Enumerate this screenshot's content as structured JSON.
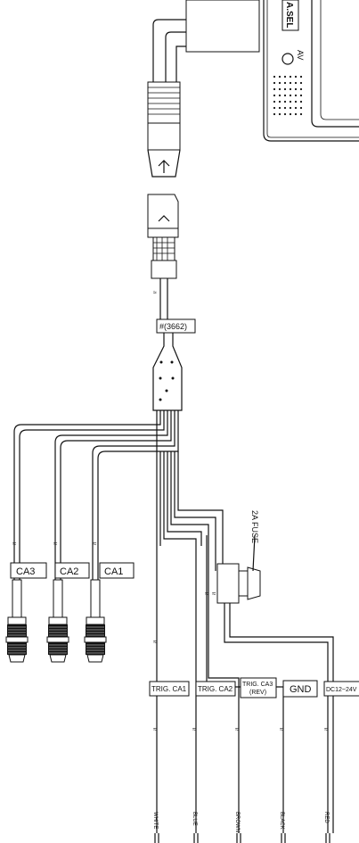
{
  "monitor": {
    "button_label": "A.SEL",
    "av_label": "AV"
  },
  "cable": {
    "part_number": "#(3662)"
  },
  "camera_inputs": [
    {
      "label": "CA3"
    },
    {
      "label": "CA2"
    },
    {
      "label": "CA1"
    }
  ],
  "fuse": {
    "label": "2A FUSE"
  },
  "wire_functions": [
    {
      "label": "TRIG. CA1"
    },
    {
      "label": "TRIG. CA2"
    },
    {
      "label_line1": "TRIG. CA3",
      "label_line2": "(REV)"
    },
    {
      "label": "GND"
    },
    {
      "label": "DC12~24V"
    }
  ],
  "wire_colors": [
    {
      "label": "WHITE"
    },
    {
      "label": "BLUE"
    },
    {
      "label": "BROWN"
    },
    {
      "label": "BLACK"
    },
    {
      "label": "RED"
    }
  ],
  "colors": {
    "line": "#111111",
    "background": "#ffffff"
  }
}
